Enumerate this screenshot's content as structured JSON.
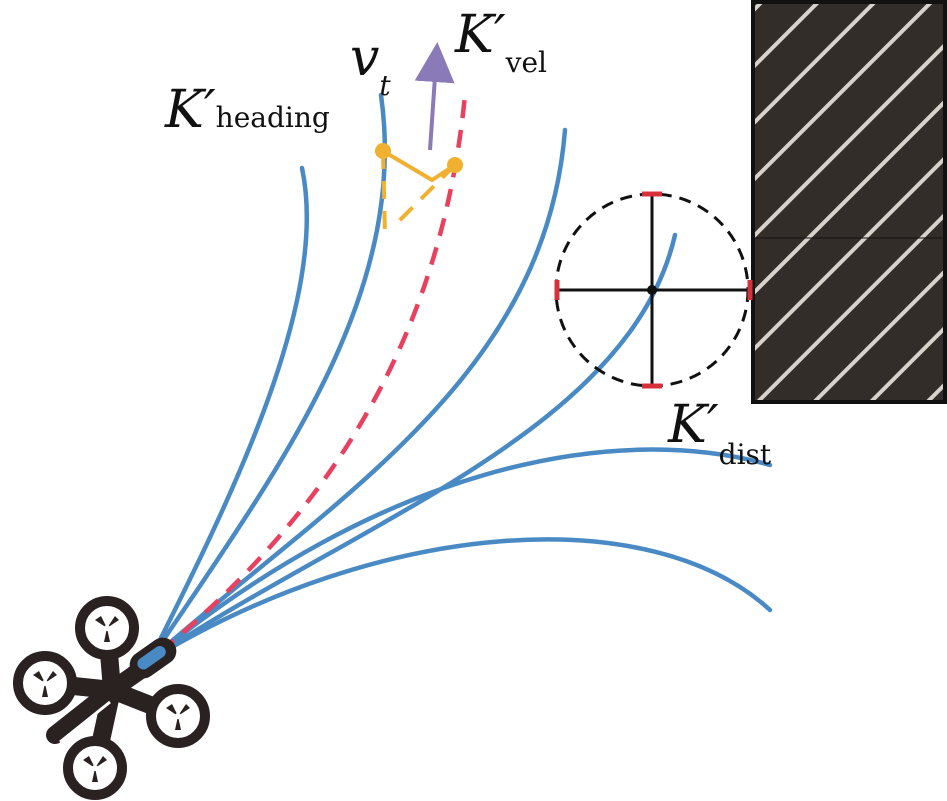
{
  "labels": {
    "heading": {
      "main": "K′",
      "sub": "heading"
    },
    "vt": {
      "main": "v",
      "sub": "t"
    },
    "vel": {
      "main": "K′",
      "sub": "vel"
    },
    "dist": {
      "main": "K′",
      "sub": "dist"
    }
  },
  "colors": {
    "trajectory": "#4a8ac4",
    "selected": "#e8405e",
    "velocity_arrow": "#8a7ab8",
    "heading_error": "#f0b030",
    "drone": "#2a2220",
    "obstacle": "#332d29",
    "caps": "#d8303a"
  }
}
